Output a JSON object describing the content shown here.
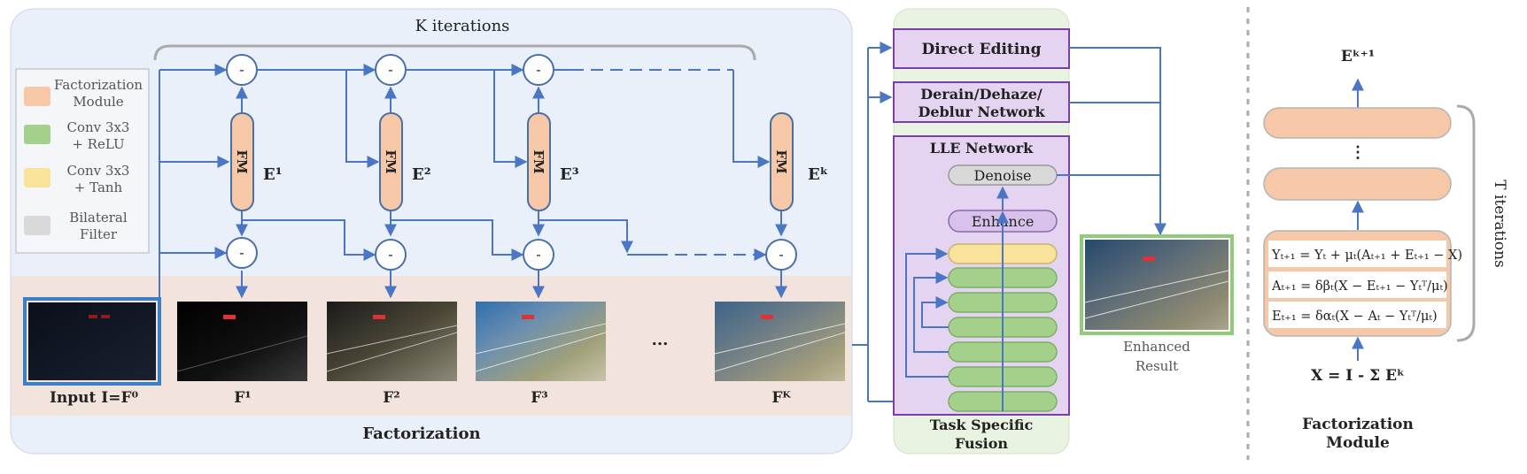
{
  "left_panel": {
    "k_iterations": "K iterations",
    "title": "Factorization",
    "minus_symbol": "-",
    "fm_label": "FM",
    "e_labels": [
      "E¹",
      "E²",
      "E³",
      "Eᵏ"
    ],
    "f_labels": [
      "F¹",
      "F²",
      "F³",
      "Fᴷ"
    ],
    "input_label": "Input I=F⁰",
    "ellipsis": "..."
  },
  "legend": {
    "items": [
      {
        "label": "Factorization Module",
        "lines": [
          "Factorization",
          "Module"
        ],
        "color": "#f7c8a8"
      },
      {
        "label": "Conv 3x3 + ReLU",
        "lines": [
          "Conv 3x3",
          "+ ReLU"
        ],
        "color": "#a3d08a"
      },
      {
        "label": "Conv 3x3 + Tanh",
        "lines": [
          "Conv 3x3",
          "+ Tanh"
        ],
        "color": "#f9e39a"
      },
      {
        "label": "Bilateral Filter",
        "lines": [
          "Bilateral",
          "Filter"
        ],
        "color": "#d9d9d9"
      }
    ]
  },
  "fusion": {
    "direct_editing": "Direct Editing",
    "derain_lines": [
      "Derain/Dehaze/",
      "Deblur Network"
    ],
    "lle_network": "LLE Network",
    "denoise": "Denoise",
    "enhance": "Enhance",
    "title_lines": [
      "Task Specific",
      "Fusion"
    ]
  },
  "result": {
    "label_lines": [
      "Enhanced",
      "Result"
    ]
  },
  "fm_panel": {
    "top_label": "Eᵏ⁺¹",
    "dots": "⋮",
    "eq1": "Yₜ₊₁ = Yₜ + μₜ(Aₜ₊₁ + Eₜ₊₁ − X)",
    "eq2": "Aₜ₊₁ = δβₜ(X − Eₜ₊₁ − Yₜᵀ/μₜ)",
    "eq3": "Eₜ₊₁ = δαₜ(X − Aₜ − Yₜᵀ/μₜ)",
    "input": "X = I - Σ Eᵏ",
    "t_iterations": "T iterations",
    "title_lines": [
      "Factorization",
      "Module"
    ]
  },
  "colors": {
    "arrow": "#4a76c4",
    "fm_fill": "#f7c8a8",
    "fm_stroke": "#4a6fa5",
    "left_bg": "#eaf0fa",
    "bottom_band": "#f2e4dc",
    "fusion_bg": "#e8f3e2",
    "purple_fill": "#e4d3f1",
    "purple_stroke": "#7a3fa6",
    "green_block": "#a3d08a",
    "yellow_block": "#f9e39a",
    "gray_block": "#d9d9d9"
  }
}
